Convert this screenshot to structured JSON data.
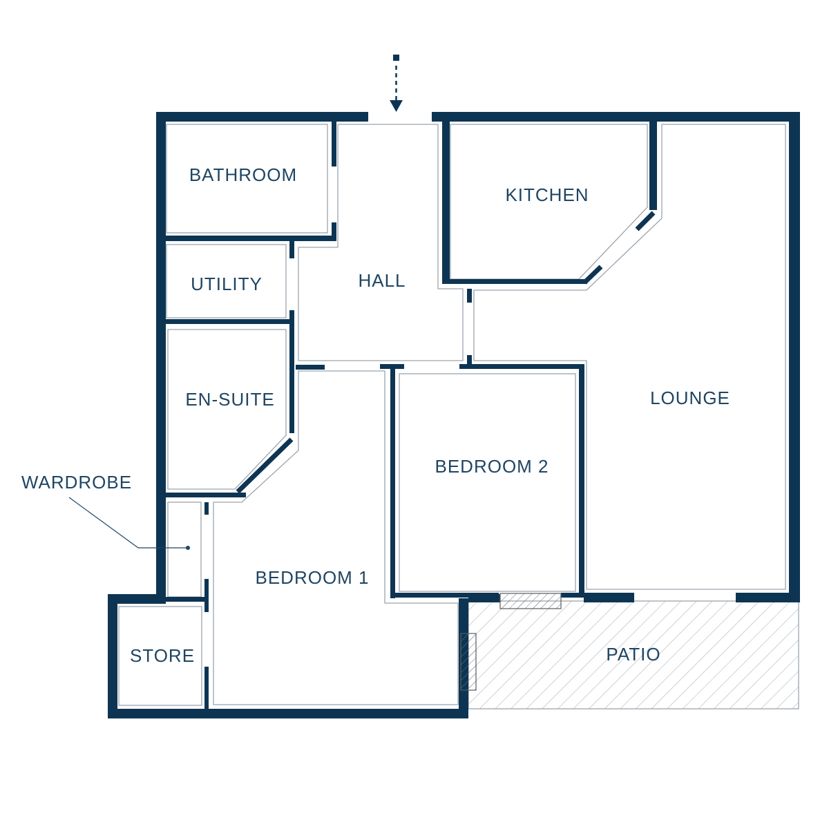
{
  "colors": {
    "wall": "#0d3553",
    "text": "#1e4562",
    "inner_line": "#9aa4ad",
    "hatch": "#aeb4ba",
    "background": "#ffffff"
  },
  "rooms": {
    "bathroom": "BATHROOM",
    "utility": "UTILITY",
    "hall": "HALL",
    "kitchen": "KITCHEN",
    "en_suite": "EN-SUITE",
    "lounge": "LOUNGE",
    "bedroom_2": "BEDROOM 2",
    "wardrobe": "WARDROBE",
    "bedroom_1": "BEDROOM 1",
    "store": "STORE",
    "patio": "PATIO"
  },
  "icons": {
    "entrance": "dashed-down-arrow-icon",
    "leader": "leader-line-with-dot"
  }
}
